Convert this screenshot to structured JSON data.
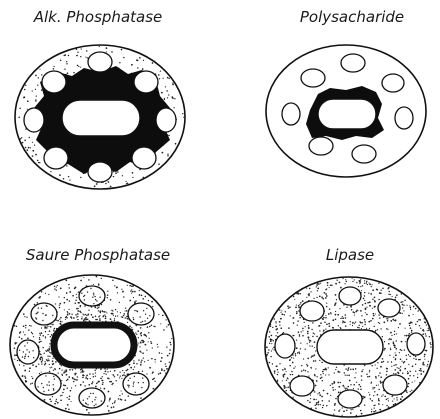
{
  "figure": {
    "panels": [
      {
        "id": "alk-phosphatase",
        "label": "Alk. Phosphatase",
        "pattern": "dense-black-perinuclear"
      },
      {
        "id": "polysaccharide",
        "label": "Polysacharide",
        "pattern": "thin-black-ring"
      },
      {
        "id": "saure-phosphatase",
        "label": "Saure Phosphatase",
        "pattern": "stippled-with-dark-ring"
      },
      {
        "id": "lipase",
        "label": "Lipase",
        "pattern": "uniform-stipple"
      }
    ],
    "colors": {
      "ink": "#111111",
      "paper": "#ffffff"
    }
  }
}
